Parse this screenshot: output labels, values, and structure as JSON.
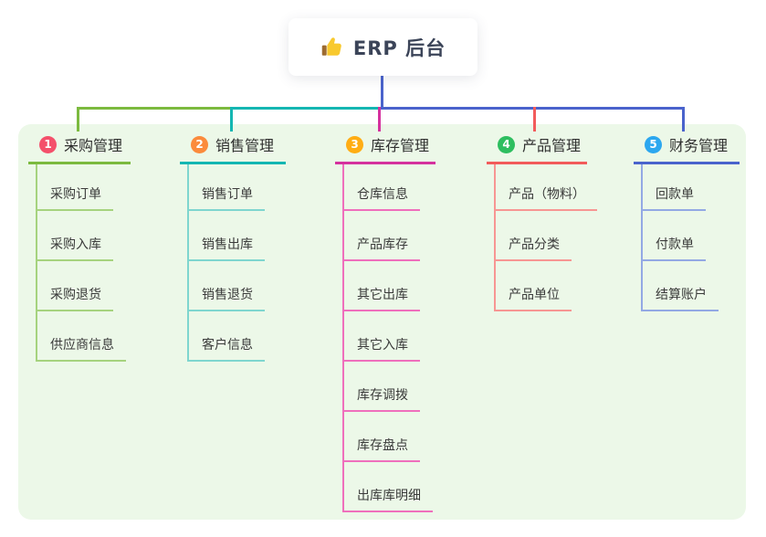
{
  "root": {
    "title": "ERP 后台",
    "icon": "thumbs-up"
  },
  "branches": [
    {
      "num": "1",
      "title": "采购管理",
      "circle": "#F4506B",
      "line": "#7CBA3F",
      "childLine": "#A6D37E",
      "children": [
        "采购订单",
        "采购入库",
        "采购退货",
        "供应商信息"
      ]
    },
    {
      "num": "2",
      "title": "销售管理",
      "circle": "#FB8B3C",
      "line": "#14B6B2",
      "childLine": "#7FD6CF",
      "children": [
        "销售订单",
        "销售出库",
        "销售退货",
        "客户信息"
      ]
    },
    {
      "num": "3",
      "title": "库存管理",
      "circle": "#FFAD14",
      "line": "#D5319E",
      "childLine": "#EF6FBC",
      "children": [
        "仓库信息",
        "产品库存",
        "其它出库",
        "其它入库",
        "库存调拨",
        "库存盘点",
        "出库库明细"
      ]
    },
    {
      "num": "4",
      "title": "产品管理",
      "circle": "#2EBE5F",
      "line": "#F25B5B",
      "childLine": "#F79693",
      "children": [
        "产品（物料）",
        "产品分类",
        "产品单位"
      ]
    },
    {
      "num": "5",
      "title": "财务管理",
      "circle": "#2CA7EF",
      "line": "#4A63CC",
      "childLine": "#93A9E4",
      "children": [
        "回款单",
        "付款单",
        "结算账户"
      ]
    }
  ],
  "connector": {
    "root_line": "#4A63CC",
    "bus": {
      "left": "#7CBA3F",
      "mid": "#14B6B2",
      "right": "#4A63CC"
    },
    "drops": [
      "#7CBA3F",
      "#14B6B2",
      "#D5319E",
      "#F25B5B",
      "#4A63CC"
    ]
  },
  "colors": {
    "panel_bg": "#ECF8E8",
    "text": "#3a3a3a",
    "root_text": "#3b4458"
  }
}
